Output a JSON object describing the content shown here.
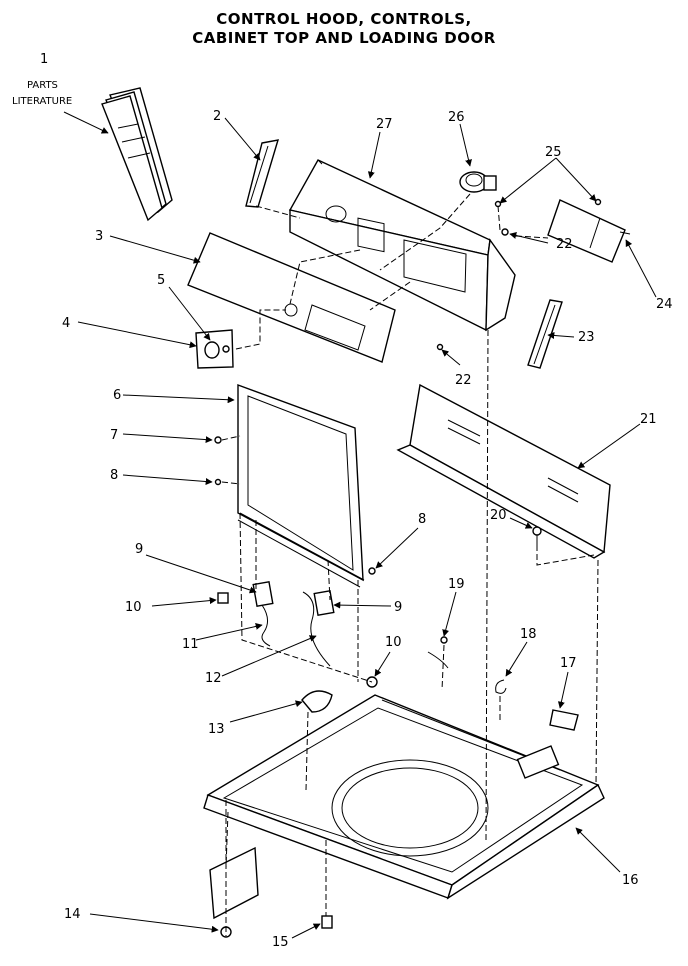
{
  "title": {
    "line1": "CONTROL HOOD, CONTROLS,",
    "line2": "CABINET TOP AND LOADING DOOR"
  },
  "parts_literature_label": {
    "line1": "PARTS",
    "line2": "LITERATURE"
  },
  "callouts": {
    "c1": "1",
    "c2": "2",
    "c3": "3",
    "c4": "4",
    "c5": "5",
    "c6": "6",
    "c7": "7",
    "c8a": "8",
    "c8b": "8",
    "c9a": "9",
    "c9b": "9",
    "c10a": "10",
    "c10b": "10",
    "c11": "11",
    "c12": "12",
    "c13": "13",
    "c14": "14",
    "c15": "15",
    "c16": "16",
    "c17": "17",
    "c18": "18",
    "c19": "19",
    "c20": "20",
    "c21": "21",
    "c22a": "22",
    "c22b": "22",
    "c23": "23",
    "c24": "24",
    "c25": "25",
    "c26": "26",
    "c27": "27"
  }
}
